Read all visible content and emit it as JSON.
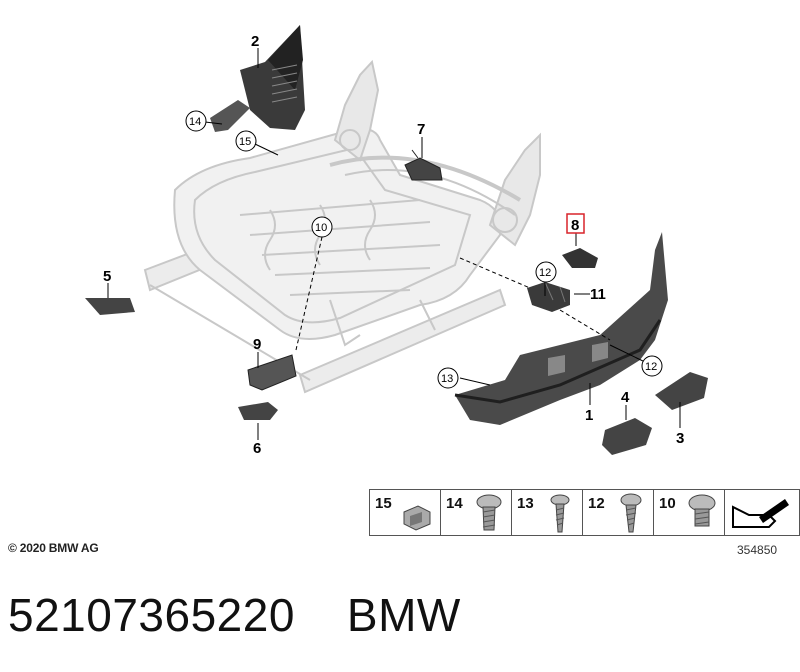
{
  "diagram": {
    "callouts": {
      "c1": "1",
      "c2": "2",
      "c3": "3",
      "c4": "4",
      "c5": "5",
      "c6": "6",
      "c7": "7",
      "c8": "8",
      "c9": "9",
      "c10": "10",
      "c11": "11",
      "c12a": "12",
      "c12b": "12",
      "c13": "13",
      "c14": "14",
      "c15": "15"
    },
    "highlight_color": "#d8232a"
  },
  "legend": {
    "items": [
      "15",
      "14",
      "13",
      "12",
      "10"
    ]
  },
  "footer": {
    "copyright": "© 2020 BMW AG",
    "reference": "354850"
  },
  "part": {
    "number": "52107365220",
    "brand": "BMW"
  }
}
